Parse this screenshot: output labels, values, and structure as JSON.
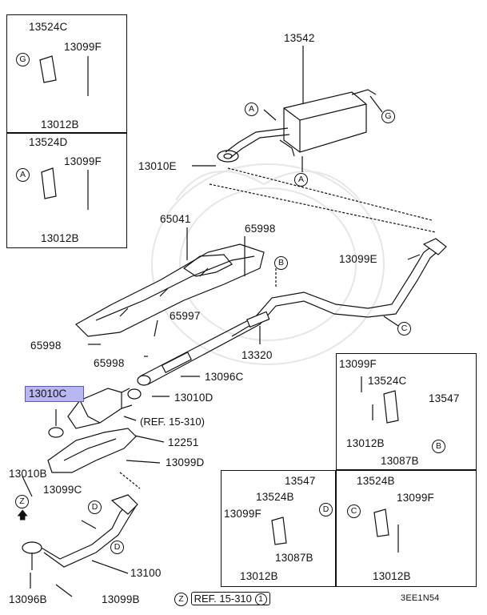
{
  "labels": {
    "p13524C_a": "13524C",
    "p13099F_a": "13099F",
    "p13012B_a": "13012B",
    "p13524D": "13524D",
    "p13099F_b": "13099F",
    "p13012B_b": "13012B",
    "p13542": "13542",
    "p13010E": "13010E",
    "p65041": "65041",
    "p65998_a": "65998",
    "p13099E": "13099E",
    "p65997": "65997",
    "p65998_b": "65998",
    "p65998_c": "65998",
    "p13320": "13320",
    "p13096C": "13096C",
    "p13010C": "13010C",
    "p13010D": "13010D",
    "p12251": "12251",
    "p13099D": "13099D",
    "p13010B": "13010B",
    "p13099C": "13099C",
    "p13100": "13100",
    "p13096B": "13096B",
    "p13099B": "13099B",
    "r13099F": "13099F",
    "r13524C": "13524C",
    "r13547": "13547",
    "r13012B": "13012B",
    "r13087B": "13087B",
    "m13547": "13547",
    "m13524B": "13524B",
    "m13099F": "13099F",
    "m13087B": "13087B",
    "m13012B": "13012B",
    "s13524B": "13524B",
    "s13099F": "13099F",
    "s13012B": "13012B"
  },
  "callouts": {
    "g1": "G",
    "a1": "A",
    "g2": "G",
    "a2": "A",
    "a3": "A",
    "b1": "B",
    "c1": "C",
    "b2": "B",
    "d1": "D",
    "d2": "D",
    "d3": "D",
    "c2": "C",
    "z1": "Z",
    "z2": "Z"
  },
  "references": {
    "ref_mid": "(REF. 15-310)",
    "ref_bottom": "REF. 15-310",
    "ref_bottom_num": "1"
  },
  "diagram_code": "3EE1N54",
  "highlight_color": "#b9b7ef"
}
